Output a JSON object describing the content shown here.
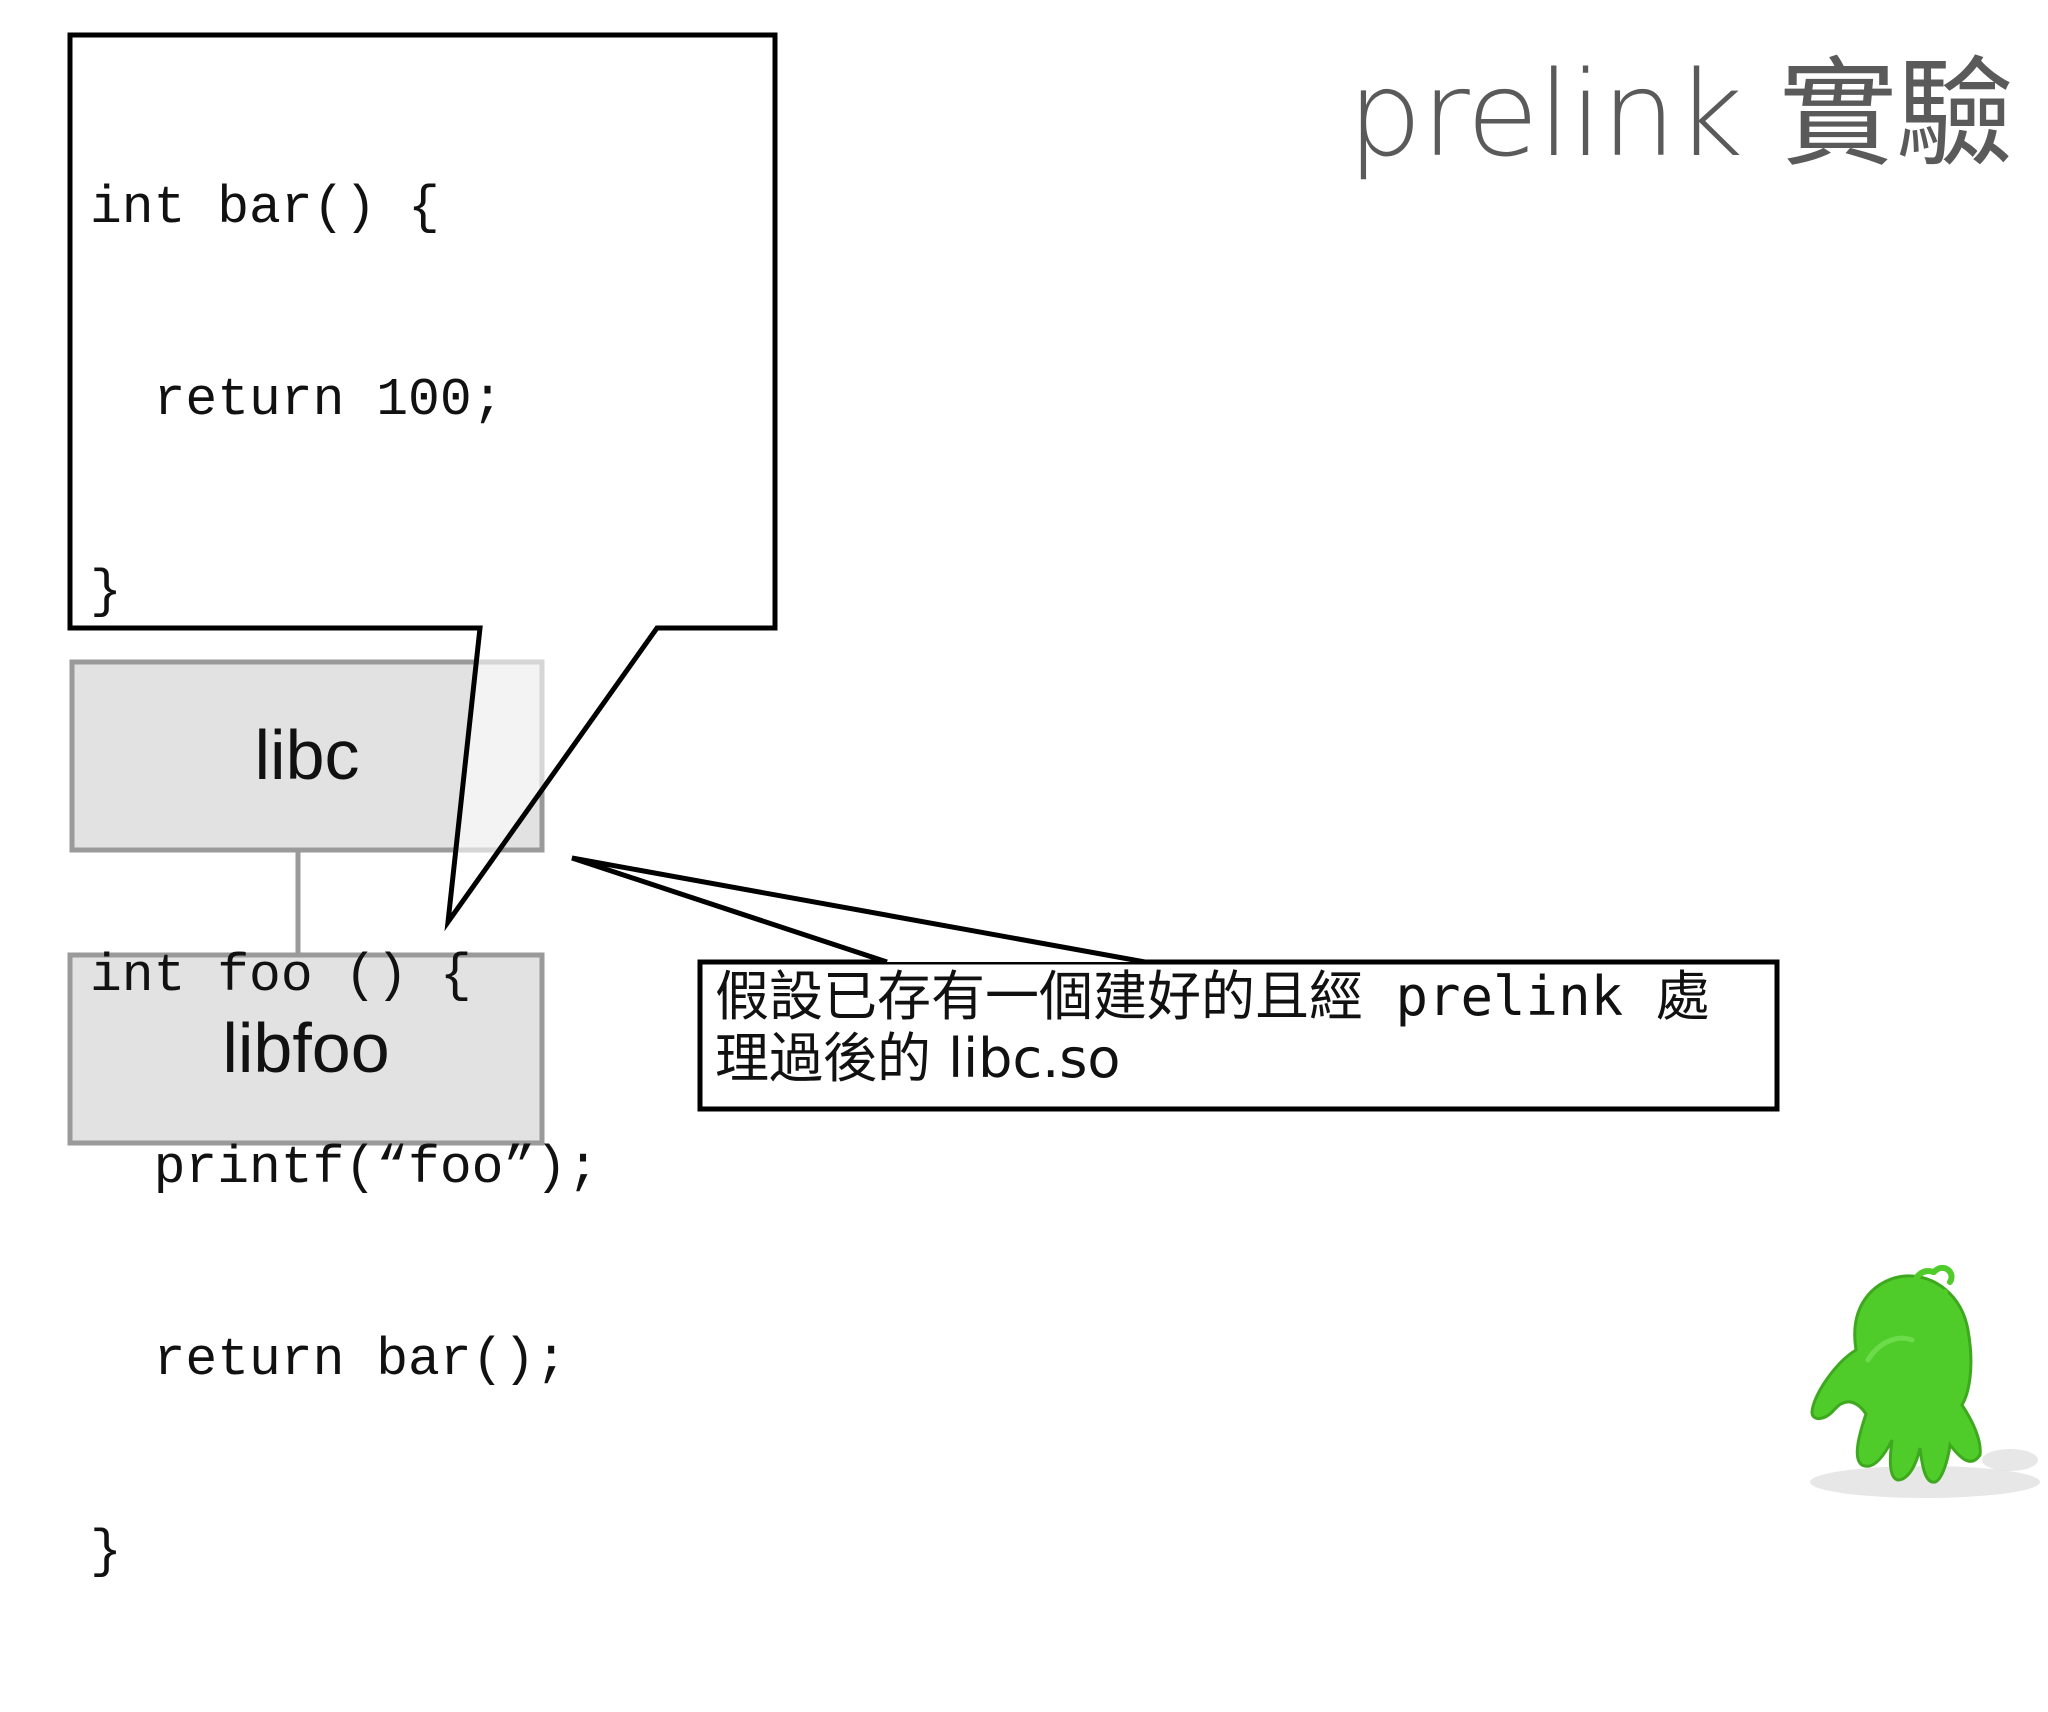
{
  "slide": {
    "title": "prelink 實驗"
  },
  "code_bubble": {
    "lines": [
      "int bar() {",
      "  return 100;",
      "}",
      "",
      "int foo () {",
      "  printf(“foo”);",
      "  return bar();",
      "}"
    ]
  },
  "boxes": {
    "libc": "libc",
    "libfoo": "libfoo"
  },
  "note": {
    "line1_cjk": "假設已存有一個建好的且經",
    "line1_mono": " prelink ",
    "line1_cjk_end": "處",
    "line2": "理過後的 libc.so"
  },
  "colors": {
    "box_fill": "#e2e2e2",
    "box_border": "#9a9a9a",
    "mascot_green": "#4fcc2a",
    "title_text": "#5a5a5a"
  },
  "icons": {
    "mascot": "green-blob-mascot-icon"
  }
}
